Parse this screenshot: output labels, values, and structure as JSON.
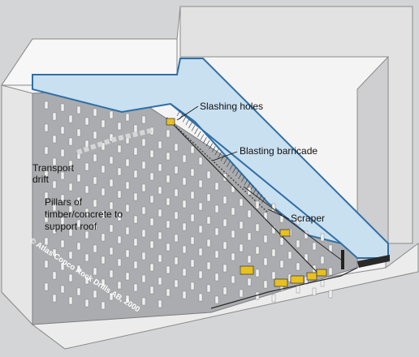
{
  "labels": {
    "slashing_holes": "Slashing holes",
    "blasting_barricade": "Blasting barricade",
    "transport_line1": "Transport",
    "transport_line2": "drift",
    "pillars_line1": "Pillars of",
    "pillars_line2": "timber/concrete to",
    "pillars_line3": "support roof",
    "scraper": "Scraper"
  },
  "copyright": "© Atlas Copco Rock Drills AB, 2000",
  "colors": {
    "background": "#d4d5d7",
    "rock_light": "#f6f6f6",
    "rock_side": "#dcdcdc",
    "rock_inner": "#c7c7c9",
    "slope": "#a9aaad",
    "backfill": "#c9e0f0",
    "backfill_edge": "#2f6fa6",
    "pillar": "#eeeeee",
    "machine": "#e8c020"
  }
}
